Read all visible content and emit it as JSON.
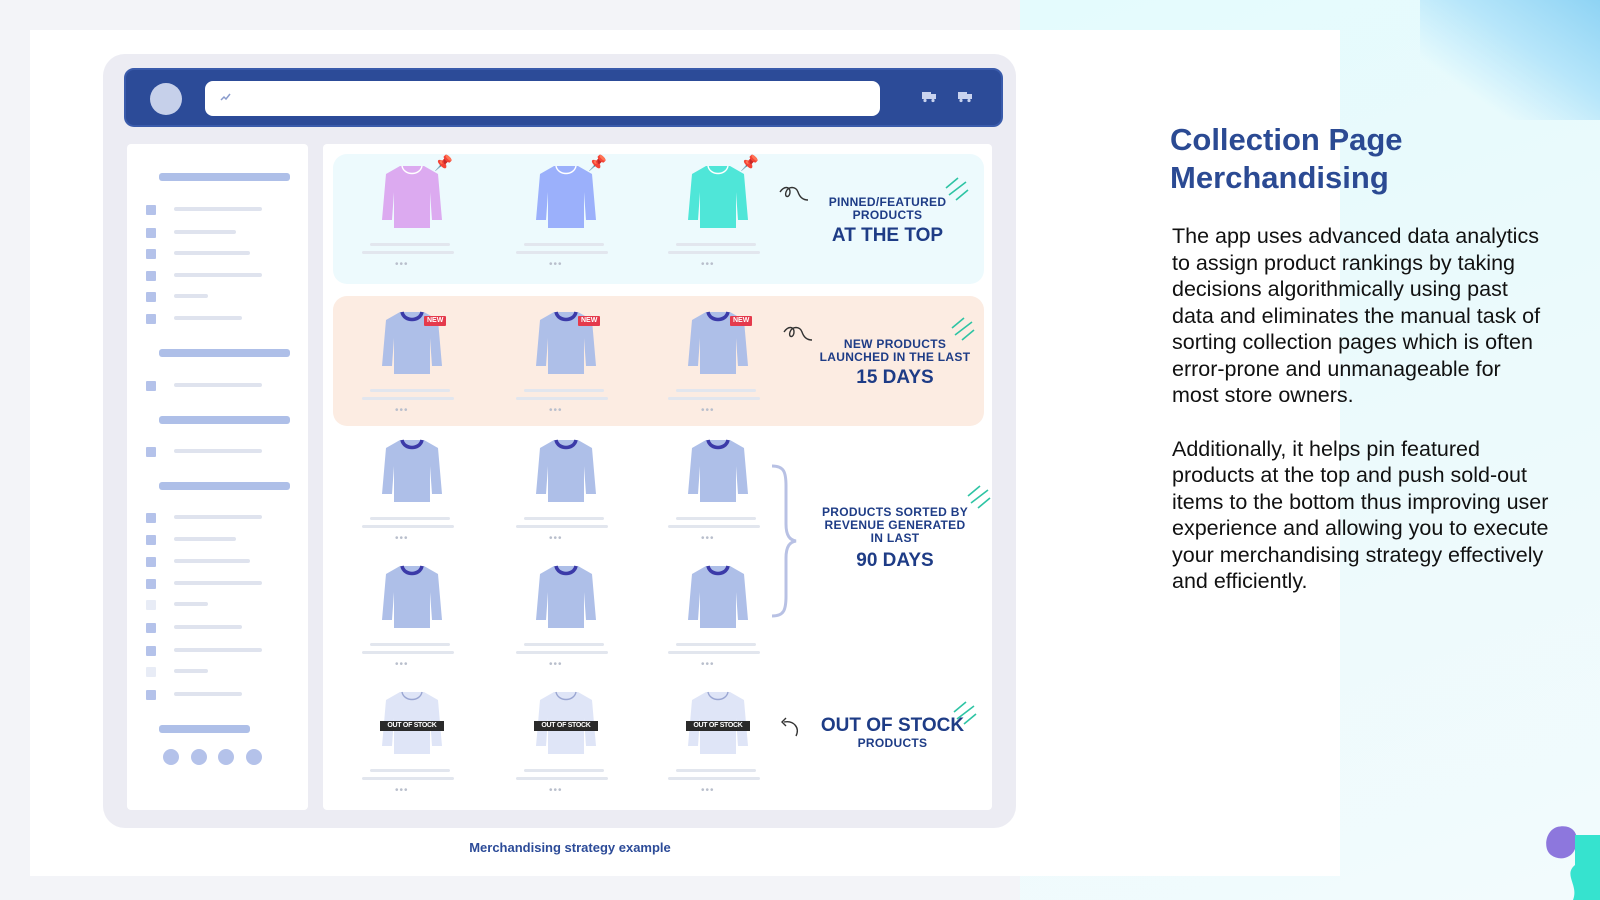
{
  "mockup": {
    "caption": "Merchandising strategy example",
    "sections": {
      "pinned": {
        "small": "PINNED/FEATURED\nPRODUCTS",
        "big": "AT THE TOP"
      },
      "new": {
        "small": "NEW PRODUCTS\nLAUNCHED IN THE LAST",
        "big": "15 DAYS"
      },
      "revenue": {
        "small": "PRODUCTS SORTED BY\nREVENUE GENERATED\nIN LAST",
        "big": "90 DAYS"
      },
      "oos": {
        "big": "OUT OF STOCK",
        "small": "PRODUCTS"
      }
    },
    "badges": {
      "new": "NEW",
      "out_of_stock": "OUT OF STOCK"
    },
    "dots": "•••",
    "colors": {
      "header": "#2c4b98",
      "pinned_band": "#edfafd",
      "new_band": "#fcece2",
      "shirt": "#aebfe8",
      "shirt_collar": "#3b3aa8"
    },
    "pinned_shirt_colors": [
      "#dcaaf0",
      "#9bb0fb",
      "#4fe6d8"
    ],
    "icons": [
      "search-icon",
      "truck-icon",
      "truck-icon",
      "pushpin-icon",
      "squiggle-arrow-icon",
      "sparkle-icon",
      "curly-brace-icon",
      "back-arrow-icon"
    ]
  },
  "info": {
    "title": "Collection Page Merchandising",
    "paragraph1": "The app uses advanced data analytics to assign product rankings by taking decisions algorithmically using past data and eliminates the manual task of sorting collection pages which is often error-prone and unmanageable for most store owners.",
    "paragraph2": "Additionally, it helps pin featured products at the top and push sold-out items to the bottom thus improving user experience and allowing you to execute your merchandising strategy effectively and efficiently."
  }
}
